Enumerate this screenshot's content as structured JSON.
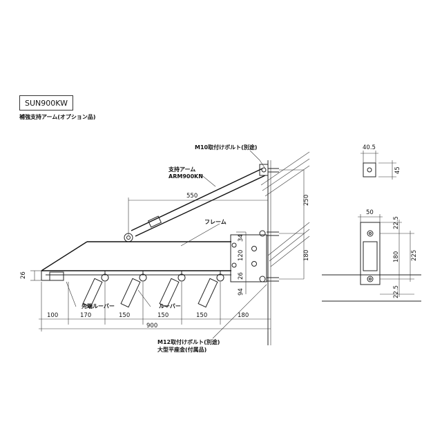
{
  "title": {
    "model": "SUN900KW",
    "subtitle": "補強支持アーム(オプション品)"
  },
  "labels": {
    "bolt_m10": "M10取付けボルト(別途)",
    "arm_name": "支持アーム",
    "arm_code": "ARM900KN",
    "frame": "フレーム",
    "tip_louver": "先端ルーバー",
    "louver": "ルーバー",
    "bolt_m12": "M12取付けボルト(別途)",
    "washer": "大型平座金(付属品)"
  },
  "dimensions": {
    "arm_span": "550",
    "height_250": "250",
    "d34": "34",
    "d120": "120",
    "d26_right": "26",
    "d94": "94",
    "d180_vert": "180",
    "d26_left": "26",
    "bottom_100": "100",
    "bottom_170": "170",
    "bottom_150a": "150",
    "bottom_150b": "150",
    "bottom_150c": "150",
    "bottom_180": "180",
    "total_900": "900",
    "side_40_5": "40.5",
    "side_45": "45",
    "side_50": "50",
    "side_22_5_top": "22.5",
    "side_180": "180",
    "side_225": "225",
    "side_22_5_bot": "22.5"
  }
}
